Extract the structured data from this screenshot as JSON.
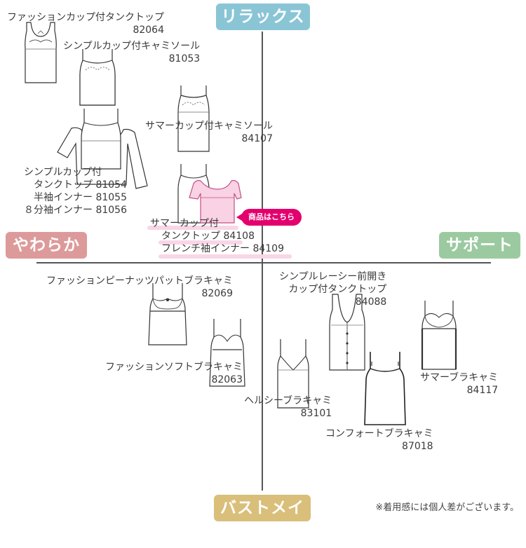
{
  "colors": {
    "relax": "#8ac5d6",
    "bustmake": "#d9bf7a",
    "soft": "#dd9a9a",
    "support": "#9ccaa0",
    "highlight": "#e3006e",
    "highlight_bg": "#f8d6e6",
    "axis": "#555555"
  },
  "poles": {
    "top": "リラックス",
    "bottom": "バストメイク",
    "left": "やわらか",
    "right": "サポート"
  },
  "products": {
    "p82064": {
      "name": "ファッションカップ付タンクトップ",
      "code": "82064",
      "icon": "tank-top-icon"
    },
    "p81053": {
      "name": "シンプルカップ付キャミソール",
      "code": "81053",
      "icon": "camisole-icon"
    },
    "p84107": {
      "name": "サマーカップ付キャミソール",
      "code": "84107",
      "icon": "camisole-icon"
    },
    "p81054": {
      "line1": "シンプルカップ付",
      "line2": "タンクトップ 81054",
      "line3": "半袖インナー 81055",
      "line4": "８分袖インナー 81056",
      "icon": "sleeve-inner-icon"
    },
    "p84108": {
      "line1": "サマーカップ付",
      "line2": "タンクトップ 84108",
      "line3": "フレンチ袖インナー 84109",
      "icon": "french-sleeve-icon"
    },
    "p82069": {
      "name": "ファッションピーナッツパットブラキャミ",
      "code": "82069",
      "icon": "bra-camisole-icon"
    },
    "p82063": {
      "name": "ファッションソフトブラキャミ",
      "code": "82063",
      "icon": "bra-camisole-icon"
    },
    "p84088": {
      "line1": "シンプルレーシー前開き",
      "line2": "カップ付タンクトップ",
      "code": "84088",
      "icon": "front-open-icon"
    },
    "p84117": {
      "name": "サマーブラキャミ",
      "code": "84117",
      "icon": "bra-camisole-icon"
    },
    "p83101": {
      "name": "ヘルシーブラキャミ",
      "code": "83101",
      "icon": "bra-camisole-icon"
    },
    "p87018": {
      "name": "コンフォートブラキャミ",
      "code": "87018",
      "icon": "bra-camisole-icon"
    }
  },
  "badge_label": "商品はこちら",
  "note": "※着用感には個人差がございます。"
}
